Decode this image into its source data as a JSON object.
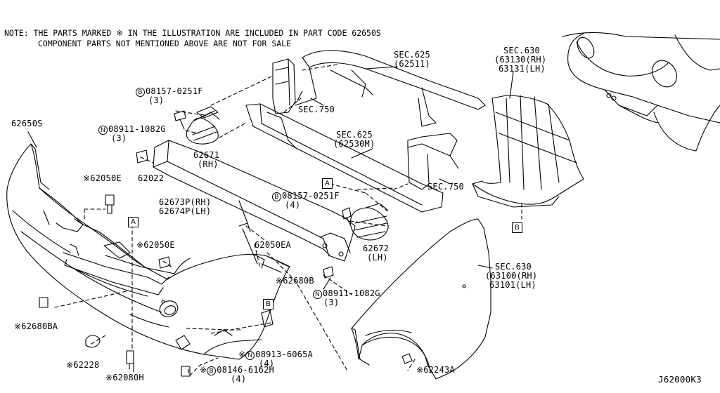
{
  "note": {
    "line1": "NOTE: THE PARTS MARKED ※ IN THE ILLUSTRATION ARE INCLUDED IN PART CODE 62650S",
    "line2": "COMPONENT PARTS NOT MENTIONED ABOVE ARE NOT FOR SALE"
  },
  "diagram_code": "J62000K3",
  "labels": {
    "p62650S": "62650S",
    "b08157_top": "08157-0251F",
    "b08157_top_qty": "(3)",
    "n08911_top": "08911-1082G",
    "n08911_top_qty": "(3)",
    "p62671": "62671",
    "p62671_side": "(RH)",
    "sec750_top": "SEC.750",
    "sec625_top": "SEC.625",
    "sec625_top_code": "(62511)",
    "sec625_mid": "SEC.625",
    "sec625_mid_code": "(62530M)",
    "sec630_top": "SEC.630",
    "sec630_top_rh": "(63130(RH)",
    "sec630_top_lh": "63131(LH)",
    "p62050E_a": "※62050E",
    "p62022": "62022",
    "b08157_mid": "08157-0251F",
    "b08157_mid_qty": "(4)",
    "sec750_right": "SEC.750",
    "p62673P": "62673P(RH)",
    "p62674P": "62674P(LH)",
    "p62050EA": "62050EA",
    "p62050E_b": "※62050E",
    "p62672": "62672",
    "p62672_side": "(LH)",
    "p62680B": "※62680B",
    "n08911_bot": "08911-1082G",
    "n08911_bot_qty": "(3)",
    "sec630_bot": "SEC.630",
    "sec630_bot_rh": "(63100(RH)",
    "sec630_bot_lh": "63101(LH)",
    "p62680BA": "※62680BA",
    "n08913": "08913-6065A",
    "n08913_qty": "(4)",
    "p62228": "※62228",
    "b08146": "08146-6162H",
    "b08146_qty": "(4)",
    "p62243A": "※62243A",
    "p62080H": "※62080H",
    "ref_a": "A",
    "ref_b": "B",
    "n_symbol": "N",
    "b_symbol": "B",
    "star": "※"
  }
}
